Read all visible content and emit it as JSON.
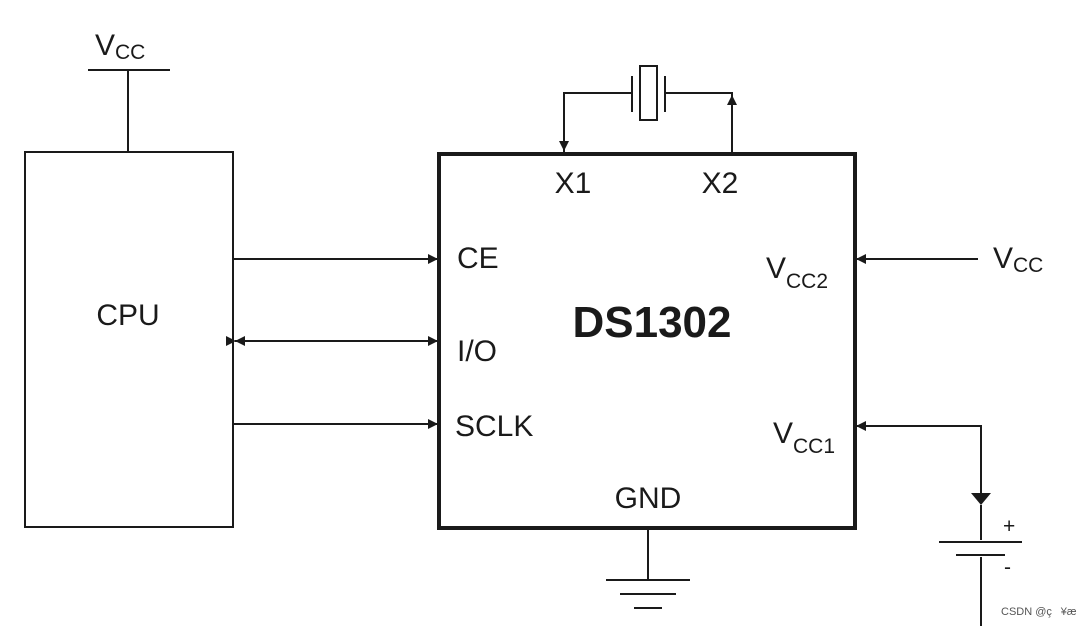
{
  "diagram": {
    "title": "DS1302",
    "cpu_label": "CPU",
    "supply": {
      "main": "V",
      "sub": "CC"
    },
    "pins": {
      "x1": "X1",
      "x2": "X2",
      "ce": "CE",
      "io": "I/O",
      "sclk": "SCLK",
      "gnd": "GND",
      "vcc2": {
        "main": "V",
        "sub": "CC2"
      },
      "vcc1": {
        "main": "V",
        "sub": "CC1"
      }
    },
    "battery": {
      "plus": "+",
      "minus": "-"
    }
  },
  "watermark": "CSDN @ç¥æ å"
}
